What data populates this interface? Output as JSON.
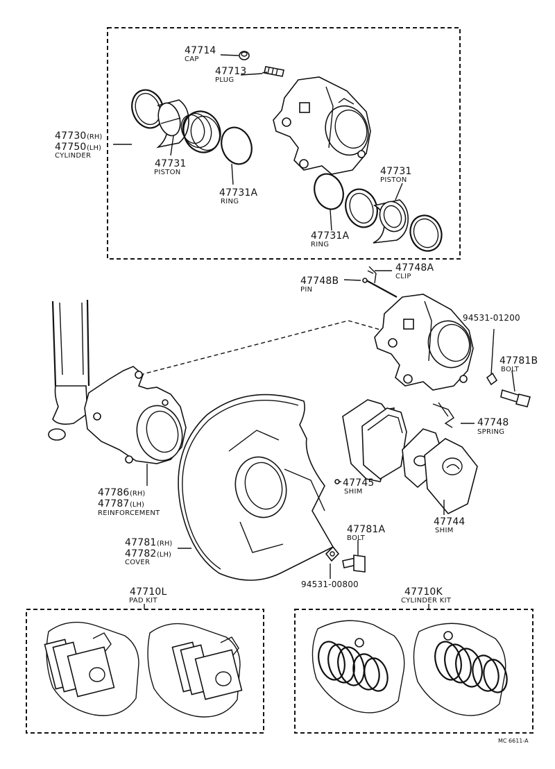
{
  "parts": {
    "cap": {
      "number": "47714",
      "name": "CAP"
    },
    "plug": {
      "number": "47713",
      "name": "PLUG"
    },
    "cylinder": {
      "number_rh": "47730",
      "rh": "(RH)",
      "number_lh": "47750",
      "lh": "(LH)",
      "name": "CYLINDER"
    },
    "piston_left": {
      "number": "47731",
      "name": "PISTON"
    },
    "ring_left": {
      "number": "47731A",
      "name": "RING"
    },
    "piston_right": {
      "number": "47731",
      "name": "PISTON"
    },
    "ring_right": {
      "number": "47731A",
      "name": "RING"
    },
    "pin": {
      "number": "47748B",
      "name": "PIN"
    },
    "clip": {
      "number": "47748A",
      "name": "CLIP"
    },
    "washer_top": {
      "number": "94531-01200"
    },
    "bolt_b": {
      "number": "47781B",
      "name": "BOLT"
    },
    "spring": {
      "number": "47748",
      "name": "SPRING"
    },
    "reinforcement": {
      "number_rh": "47786",
      "rh": "(RH)",
      "number_lh": "47787",
      "lh": "(LH)",
      "name": "REINFORCEMENT"
    },
    "shim_45": {
      "number": "47745",
      "name": "SHIM"
    },
    "shim_44": {
      "number": "47744",
      "name": "SHIM"
    },
    "cover": {
      "number_rh": "47781",
      "rh": "(RH)",
      "number_lh": "47782",
      "lh": "(LH)",
      "name": "COVER"
    },
    "bolt_a": {
      "number": "47781A",
      "name": "BOLT"
    },
    "washer_bottom": {
      "number": "94531-00800"
    },
    "pad_kit": {
      "number": "47710L",
      "name": "PAD KIT"
    },
    "cylinder_kit": {
      "number": "47710K",
      "name": "CYLINDER KIT"
    }
  },
  "figure_code": "MC 6611-A"
}
